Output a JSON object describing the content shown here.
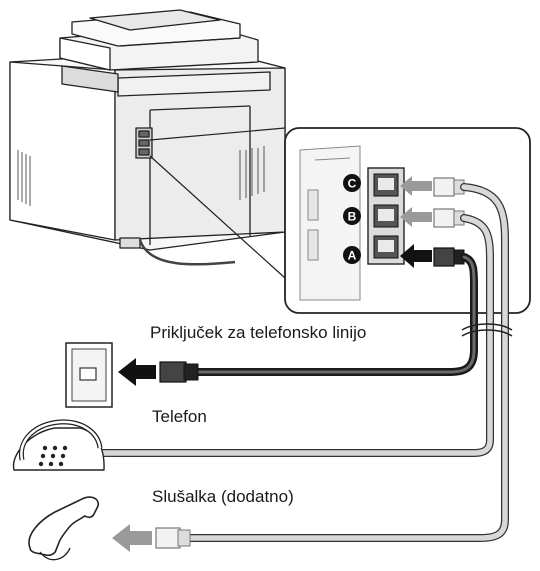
{
  "labels": {
    "port_c": "C",
    "port_b": "B",
    "port_a": "A",
    "line_jack": "Priključek za telefonsko linijo",
    "telephone": "Telefon",
    "handset": "Slušalka (dodatno)"
  },
  "colors": {
    "line": "#1a1a1a",
    "cable_dark": "#2a2a2a",
    "cable_light": "#d8d8d8",
    "arrow_dark": "#111111",
    "arrow_light": "#9a9a9a",
    "background": "#ffffff"
  }
}
